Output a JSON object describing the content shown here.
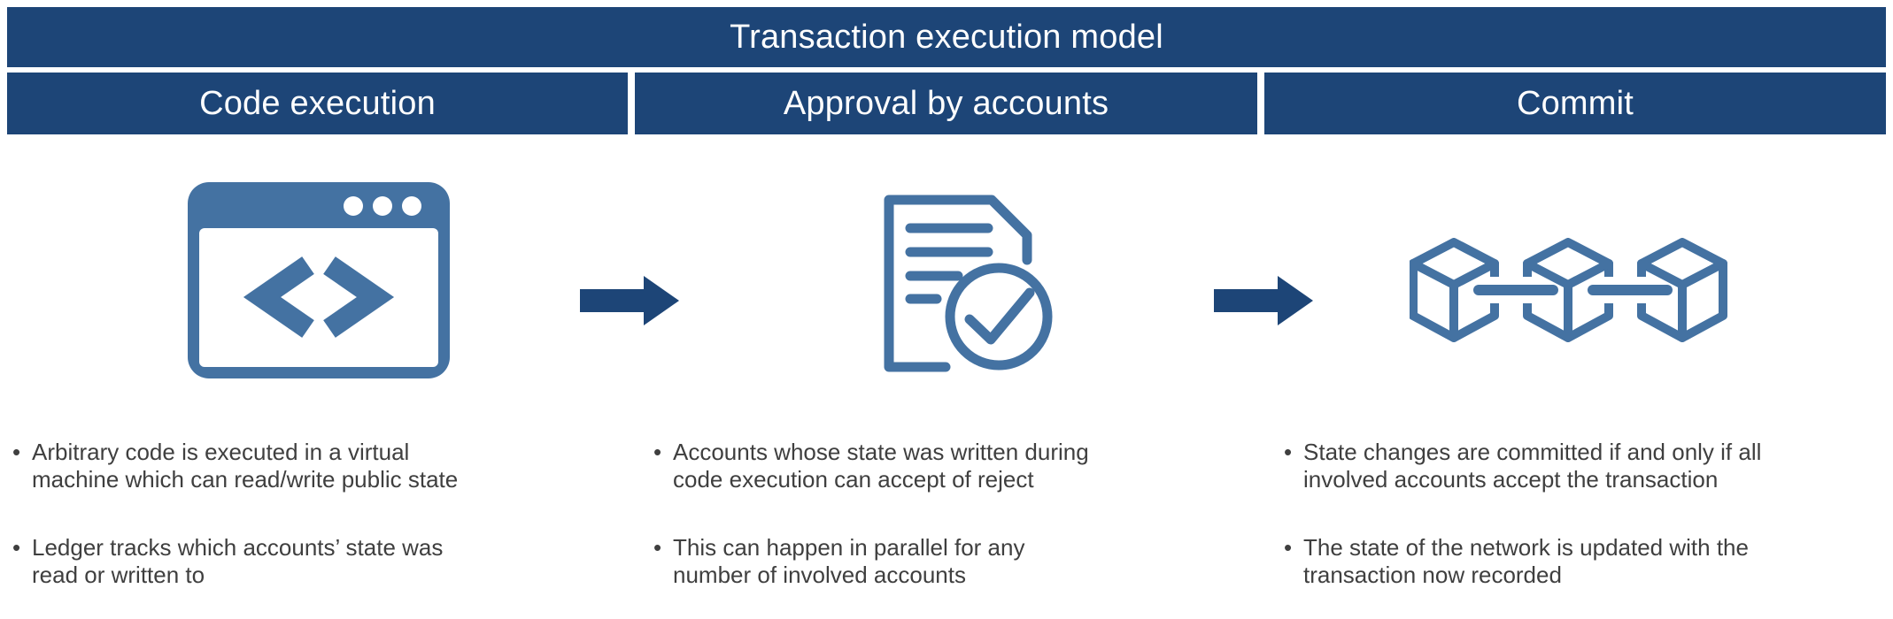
{
  "title": "Transaction execution model",
  "bullet_glyph": "•",
  "colors": {
    "band_navy": "#1D4577",
    "icon_blue": "#4472A2",
    "body_text": "#3F3F3F",
    "background": "#FFFFFF"
  },
  "columns": [
    {
      "label": "Code execution",
      "icon": "code-window-icon",
      "bullets": [
        {
          "lines": [
            "Arbitrary code is executed in a virtual",
            "machine which can read/write public state"
          ]
        },
        {
          "lines": [
            "Ledger tracks which accounts’ state was",
            "read or written to"
          ]
        }
      ]
    },
    {
      "label": "Approval by accounts",
      "icon": "document-check-icon",
      "bullets": [
        {
          "lines": [
            "Accounts whose state was written during",
            "code execution can accept of reject"
          ]
        },
        {
          "lines": [
            "This can happen in parallel for any",
            "number of involved accounts"
          ]
        }
      ]
    },
    {
      "label": "Commit",
      "icon": "blockchain-icon",
      "bullets": [
        {
          "lines": [
            "State changes are committed if and only if all",
            "involved accounts accept the transaction"
          ]
        },
        {
          "lines": [
            "The state of the network is updated with the",
            "transaction now recorded"
          ]
        }
      ]
    }
  ]
}
